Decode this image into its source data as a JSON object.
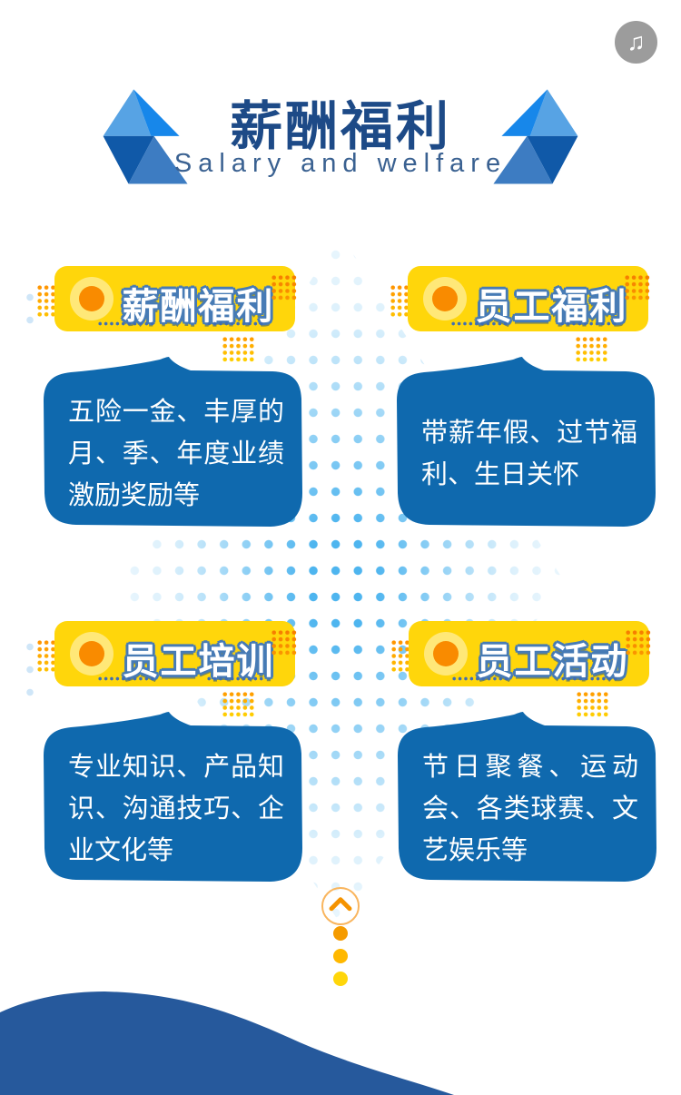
{
  "music_button": {
    "icon": "music-note",
    "glyph": "♫"
  },
  "header": {
    "title": "薪酬福利",
    "subtitle": "Salary and welfare"
  },
  "cards": [
    {
      "title": "薪酬福利",
      "body": "五险一金、丰厚的月、季、年度业绩激励奖励等"
    },
    {
      "title": "员工福利",
      "body": "带薪年假、过节福利、生日关怀"
    },
    {
      "title": "员工培训",
      "body": "专业知识、产品知识、沟通技巧、企业文化等"
    },
    {
      "title": "员工活动",
      "body": "节日聚餐、运动会、各类球赛、文艺娱乐等"
    }
  ],
  "back_to_top": {
    "icon": "chevron-up"
  },
  "colors": {
    "badge_yellow": "#ffd60b",
    "badge_ring": "#ffe878",
    "badge_bullet_orange": "#f98b00",
    "title_navy": "#1d4a87",
    "title_outline_blue": "#477bb5",
    "bubble_blue": "#0f69ae",
    "wave_blue": "#26599c",
    "pattern_dot_blue": "#45b1ee",
    "accent_orange": "#f59300"
  }
}
